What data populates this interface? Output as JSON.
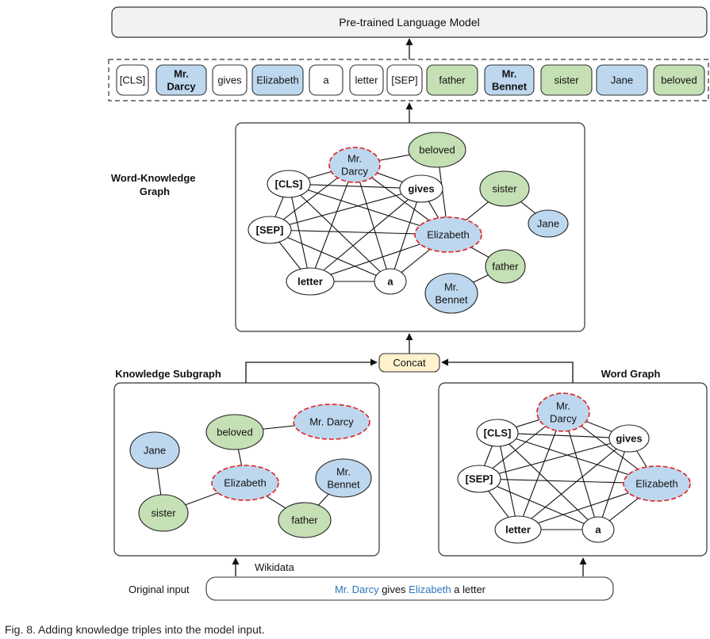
{
  "colors": {
    "blue": "#bdd7ee",
    "green": "#c5e0b4",
    "concat": "#fff2cc",
    "entity_dash": "#e02020",
    "highlight_text": "#2e75b6"
  },
  "top_box": {
    "label": "Pre-trained Language Model"
  },
  "tokens": [
    {
      "id": "cls",
      "label": "[CLS]",
      "fill": "white",
      "bold": false
    },
    {
      "id": "mrdarcy",
      "label": "Mr.\nDarcy",
      "fill": "blue",
      "bold": true
    },
    {
      "id": "gives",
      "label": "gives",
      "fill": "white",
      "bold": false
    },
    {
      "id": "elizabeth",
      "label": "Elizabeth",
      "fill": "blue",
      "bold": false
    },
    {
      "id": "a",
      "label": "a",
      "fill": "white",
      "bold": false
    },
    {
      "id": "letter",
      "label": "letter",
      "fill": "white",
      "bold": false
    },
    {
      "id": "sep",
      "label": "[SEP]",
      "fill": "white",
      "bold": false
    },
    {
      "id": "father",
      "label": "father",
      "fill": "green",
      "bold": false
    },
    {
      "id": "mrbennet",
      "label": "Mr.\nBennet",
      "fill": "blue",
      "bold": true
    },
    {
      "id": "sister",
      "label": "sister",
      "fill": "green",
      "bold": false
    },
    {
      "id": "jane",
      "label": "Jane",
      "fill": "blue",
      "bold": false
    },
    {
      "id": "beloved",
      "label": "beloved",
      "fill": "green",
      "bold": false
    }
  ],
  "labels": {
    "word_knowledge_graph": "Word-Knowledge\nGraph",
    "knowledge_subgraph": "Knowledge Subgraph",
    "word_graph": "Word Graph",
    "concat": "Concat",
    "wikidata": "Wikidata",
    "original_input": "Original input"
  },
  "input_sentence": [
    {
      "text": "Mr. Darcy",
      "highlight": true
    },
    {
      "text": " gives ",
      "highlight": false
    },
    {
      "text": "Elizabeth",
      "highlight": true
    },
    {
      "text": " a letter",
      "highlight": false
    }
  ],
  "wk_graph": {
    "nodes": [
      {
        "id": "mrdarcy",
        "label": "Mr.\nDarcy",
        "fill": "blue",
        "entity": true,
        "bold": false
      },
      {
        "id": "beloved",
        "label": "beloved",
        "fill": "green",
        "entity": false,
        "bold": false
      },
      {
        "id": "cls",
        "label": "[CLS]",
        "fill": "white",
        "entity": false,
        "bold": true
      },
      {
        "id": "gives",
        "label": "gives",
        "fill": "white",
        "entity": false,
        "bold": true
      },
      {
        "id": "sister",
        "label": "sister",
        "fill": "green",
        "entity": false,
        "bold": false
      },
      {
        "id": "sep",
        "label": "[SEP]",
        "fill": "white",
        "entity": false,
        "bold": true
      },
      {
        "id": "elizabeth",
        "label": "Elizabeth",
        "fill": "blue",
        "entity": true,
        "bold": false
      },
      {
        "id": "jane",
        "label": "Jane",
        "fill": "blue",
        "entity": false,
        "bold": false
      },
      {
        "id": "father",
        "label": "father",
        "fill": "green",
        "entity": false,
        "bold": false
      },
      {
        "id": "letter",
        "label": "letter",
        "fill": "white",
        "entity": false,
        "bold": true
      },
      {
        "id": "a",
        "label": "a",
        "fill": "white",
        "entity": false,
        "bold": true
      },
      {
        "id": "mrbennet",
        "label": "Mr.\nBennet",
        "fill": "blue",
        "entity": false,
        "bold": false
      }
    ],
    "clique": [
      "mrdarcy",
      "cls",
      "gives",
      "sep",
      "elizabeth",
      "letter",
      "a"
    ],
    "edges": [
      [
        "mrdarcy",
        "beloved"
      ],
      [
        "beloved",
        "elizabeth"
      ],
      [
        "elizabeth",
        "sister"
      ],
      [
        "sister",
        "jane"
      ],
      [
        "elizabeth",
        "father"
      ],
      [
        "father",
        "mrbennet"
      ]
    ]
  },
  "ks_graph": {
    "nodes": [
      {
        "id": "beloved",
        "label": "beloved",
        "fill": "green",
        "entity": false,
        "bold": false
      },
      {
        "id": "mrdarcy",
        "label": "Mr. Darcy",
        "fill": "blue",
        "entity": true,
        "bold": false
      },
      {
        "id": "jane",
        "label": "Jane",
        "fill": "blue",
        "entity": false,
        "bold": false
      },
      {
        "id": "elizabeth",
        "label": "Elizabeth",
        "fill": "blue",
        "entity": true,
        "bold": false
      },
      {
        "id": "mrbennet",
        "label": "Mr.\nBennet",
        "fill": "blue",
        "entity": false,
        "bold": false
      },
      {
        "id": "sister",
        "label": "sister",
        "fill": "green",
        "entity": false,
        "bold": false
      },
      {
        "id": "father",
        "label": "father",
        "fill": "green",
        "entity": false,
        "bold": false
      }
    ],
    "edges": [
      [
        "beloved",
        "mrdarcy"
      ],
      [
        "beloved",
        "elizabeth"
      ],
      [
        "jane",
        "sister"
      ],
      [
        "sister",
        "elizabeth"
      ],
      [
        "elizabeth",
        "father"
      ],
      [
        "father",
        "mrbennet"
      ]
    ]
  },
  "w_graph": {
    "nodes": [
      {
        "id": "mrdarcy",
        "label": "Mr.\nDarcy",
        "fill": "blue",
        "entity": true,
        "bold": false
      },
      {
        "id": "cls",
        "label": "[CLS]",
        "fill": "white",
        "entity": false,
        "bold": true
      },
      {
        "id": "gives",
        "label": "gives",
        "fill": "white",
        "entity": false,
        "bold": true
      },
      {
        "id": "sep",
        "label": "[SEP]",
        "fill": "white",
        "entity": false,
        "bold": true
      },
      {
        "id": "elizabeth",
        "label": "Elizabeth",
        "fill": "blue",
        "entity": true,
        "bold": false
      },
      {
        "id": "letter",
        "label": "letter",
        "fill": "white",
        "entity": false,
        "bold": true
      },
      {
        "id": "a",
        "label": "a",
        "fill": "white",
        "entity": false,
        "bold": true
      }
    ],
    "clique": [
      "mrdarcy",
      "cls",
      "gives",
      "sep",
      "elizabeth",
      "letter",
      "a"
    ],
    "edges": []
  },
  "caption": "Fig. 8. Adding knowledge triples into the model input."
}
